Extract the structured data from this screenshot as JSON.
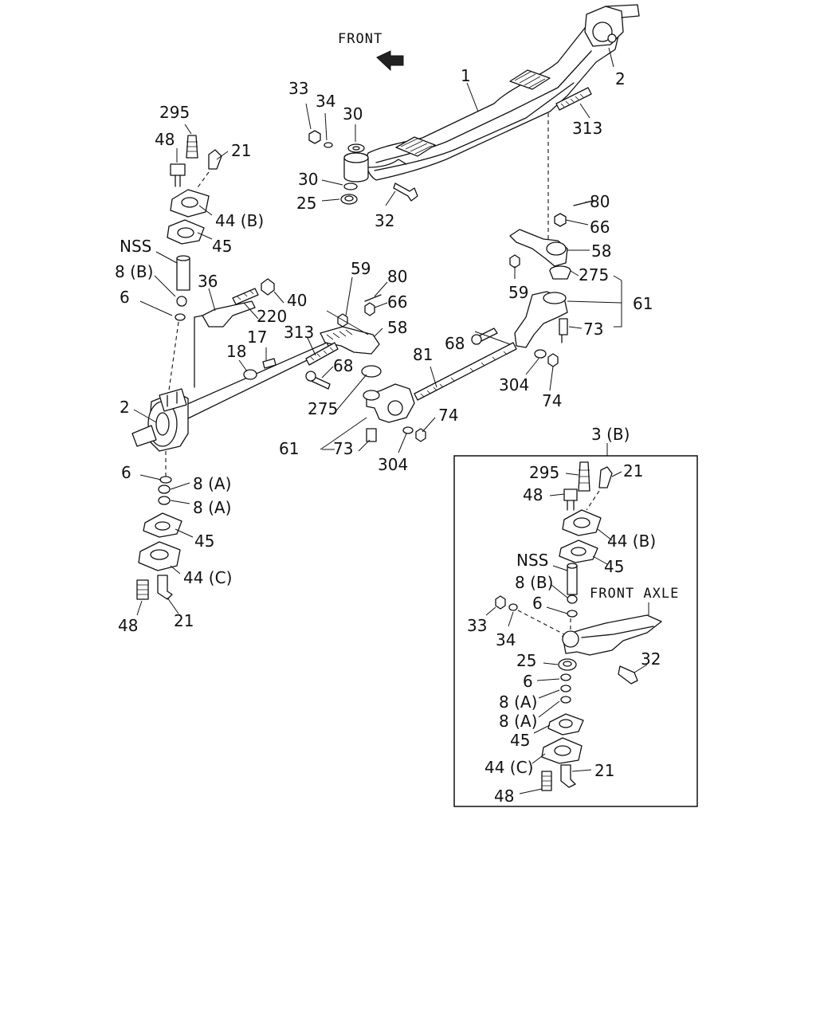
{
  "front_label": "FRONT",
  "labels": {
    "l1": "1",
    "l2a": "2",
    "l2b": "2",
    "l313a": "313",
    "l313b": "313",
    "l33": "33",
    "l34": "34",
    "l30a": "30",
    "l30b": "30",
    "l25": "25",
    "l32": "32",
    "l295": "295",
    "l48a": "48",
    "l21a": "21",
    "l44b": "44 (B)",
    "l45a": "45",
    "lnss": "NSS",
    "l8b": "8 (B)",
    "l36": "36",
    "l40": "40",
    "l6a": "6",
    "l220": "220",
    "l59a": "59",
    "l80a": "80",
    "l66a": "66",
    "l58a": "58",
    "l17": "17",
    "l18": "18",
    "l68a": "68",
    "l68b": "68",
    "l81": "81",
    "l275a": "275",
    "l61a": "61",
    "l73a": "73",
    "l74a": "74",
    "l304a": "304",
    "l80b": "80",
    "l66b": "66",
    "l58b": "58",
    "l59b": "59",
    "l275b": "275",
    "l61b": "61",
    "l73b": "73",
    "l304b": "304",
    "l74b": "74",
    "l6b": "6",
    "l8a1": "8 (A)",
    "l8a2": "8 (A)",
    "l45b": "45",
    "l44c": "44 (C)",
    "l48b": "48",
    "l21b": "21"
  },
  "inset": {
    "title": "3 (B)",
    "front_axle": "FRONT  AXLE",
    "labels": {
      "i295": "295",
      "i21a": "21",
      "i48a": "48",
      "i44b": "44 (B)",
      "i45a": "45",
      "inss": "NSS",
      "i8b": "8 (B)",
      "i6a": "6",
      "i33": "33",
      "i34": "34",
      "i25": "25",
      "i32": "32",
      "i6b": "6",
      "i8a1": "8 (A)",
      "i8a2": "8 (A)",
      "i45b": "45",
      "i44c": "44 (C)",
      "i21b": "21",
      "i48b": "48"
    }
  }
}
